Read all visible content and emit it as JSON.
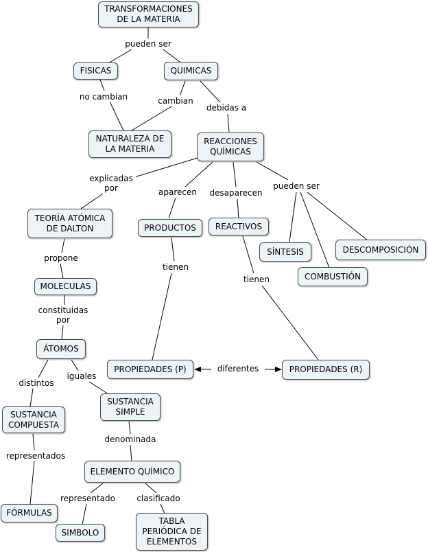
{
  "concepts": {
    "transformaciones": "TRANSFORMACIONES\nDE LA MATERIA",
    "fisicas": "FISICAS",
    "quimicas": "QUIMICAS",
    "naturaleza": "NATURALEZA DE\nLA MATERIA",
    "reacciones": "REACCIONES\nQUÍMICAS",
    "teoria": "TEORÍA ATÓMICA\nDE DALTON",
    "moleculas": "MOLECULAS",
    "atomos": "ÁTOMOS",
    "sustancia_compuesta": "SUSTANCIA\nCOMPUESTA",
    "sustancia_simple": "SUSTANCIA\nSIMPLE",
    "formulas": "FÓRMULAS",
    "elemento": "ELEMENTO QUÍMICO",
    "simbolo": "SIMBOLO",
    "tabla": "TABLA\nPERIÓDICA DE\nELEMENTOS",
    "productos": "PRODUCTOS",
    "reactivos": "REACTIVOS",
    "propiedades_p": "PROPIEDADES (P)",
    "propiedades_r": "PROPIEDADES (R)",
    "sintesis": "SÍNTESIS",
    "combustion": "COMBUSTIÓN",
    "descomposicion": "DESCOMPOSICIÓN"
  },
  "links": {
    "pueden_ser_1": "pueden ser",
    "no_cambian": "no cambian",
    "cambian": "cambian",
    "debidas_a": "debidas a",
    "explicadas_por": "explicadas\npor",
    "aparecen": "aparecen",
    "desaparecen": "desaparecen",
    "pueden_ser_2": "pueden ser",
    "propone": "propone",
    "constituidas_por": "constituidas\npor",
    "distintos": "distintos",
    "iguales": "iguales",
    "representados": "representados",
    "denominada": "denominada",
    "representado": "representado",
    "clasificado": "clasificado",
    "tienen_p": "tienen",
    "tienen_r": "tienen",
    "diferentes": "diferentes"
  }
}
